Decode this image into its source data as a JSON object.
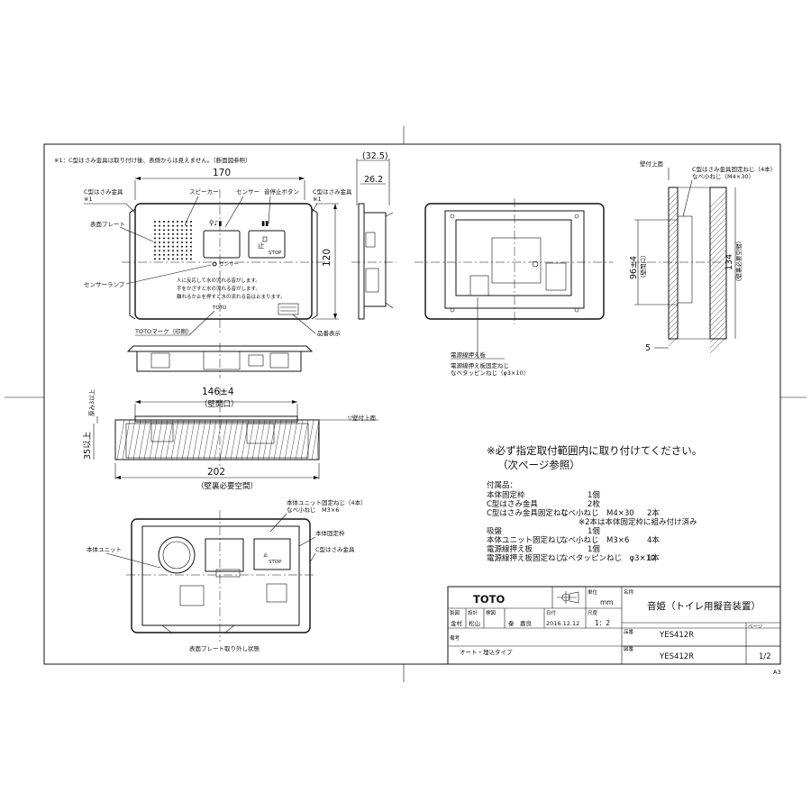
{
  "sheet_size": "A3",
  "top_note": "※1：C型はさみ金具は取り付け後、表側からは見えません。（断面図参照）",
  "front_view": {
    "dim_width": "170",
    "dim_height": "120",
    "labels": {
      "c_clip": "C型はさみ金具",
      "c_clip_mark": "※1",
      "speaker": "スピーカー",
      "sensor": "センサー",
      "stop_button": "音停止ボタン",
      "c_clip_right": "C型はさみ金具",
      "c_clip_right_mark": "※1",
      "face_plate": "表面プレート",
      "sensor_lamp": "センサーランプ",
      "toto_mark": "TOTOマーク（印刷）",
      "product_label": "品番表示"
    },
    "plate_text": {
      "sensor_lamp_caption": "センサー",
      "msg1": "人に反応して水の流れる音がします。",
      "msg2": "手をかざすと水の流れる音がします。",
      "msg3": "離れるか止を押すと水の流れる音は止まります。",
      "brand": "TOTO",
      "stop_text": "STOP",
      "stop_kanji": "止"
    }
  },
  "side_view": {
    "dim_top": "(32.5)",
    "dim_depth": "26.2"
  },
  "back_view": {
    "label_wire_plate": "電源線押え板",
    "label_wire_plate_screw": "電源線押え板固定ねじ",
    "label_tapping_screw": "なべタッピンねじ（φ3×10）"
  },
  "section_view": {
    "label_wall_top": "壁付上面",
    "label_c_clip_screw": "C型はさみ金具固定ねじ（4本）",
    "label_c_clip_screw_spec": "なべ小ねじ（M4×30）",
    "dim_opening": "96±4",
    "dim_opening_label": "（壁開口）",
    "dim_required": "134",
    "dim_required_label": "（壁裏必要空間）",
    "dim_5": "5"
  },
  "wall_view": {
    "dim_opening": "146±4",
    "dim_opening_label": "（壁開口）",
    "label_wall_top": "▽壁付上面",
    "dim_thickness": "厚み3以上",
    "dim_35": "35以上",
    "dim_202": "202",
    "dim_202_label": "（壁裏必要空間）"
  },
  "inner_view": {
    "label_unit_screw": "本体ユニット固定ねじ（4本）",
    "label_unit_screw_spec": "なべ小ねじ　M3×6",
    "label_unit": "本体ユニット",
    "label_frame": "本体固定枠",
    "label_c_clip": "C型はさみ金具",
    "caption": "表面プレート取り外し状態"
  },
  "notes": {
    "warning": "※必ず指定取付範囲内に取り付けてください。",
    "warning_sub": "（次ページ参照）",
    "accessories_title": "付属品：",
    "accessories": [
      {
        "name": "本体固定枠",
        "spec": "",
        "qty": "1個"
      },
      {
        "name": "C型はさみ金具",
        "spec": "",
        "qty": "2枚"
      },
      {
        "name": "C型はさみ金具固定ねじ",
        "spec": "なべ小ねじ　M4×30",
        "qty": "2本"
      },
      {
        "name": "",
        "spec": "※2本は本体固定枠に組み付け済み",
        "qty": ""
      },
      {
        "name": "吸盤",
        "spec": "",
        "qty": "1個"
      },
      {
        "name": "本体ユニット固定ねじ",
        "spec": "なべ小ねじ　M3×6",
        "qty": "4本"
      },
      {
        "name": "電源線押え板",
        "spec": "",
        "qty": "1個"
      },
      {
        "name": "電源線押え板固定ねじ",
        "spec": "なべタッピンねじ　φ3×10",
        "qty": "1本"
      }
    ]
  },
  "title_block": {
    "logo": "TOTO",
    "unit_label": "単位",
    "unit_value": "mm",
    "name_label": "名称",
    "product_name": "音姫（トイレ用擬音装置）",
    "page_label": "ページ",
    "roles": [
      "製図",
      "設計",
      "検図"
    ],
    "role_names": [
      "金村",
      "松山",
      "秦　嘉良"
    ],
    "date_label": "日付",
    "date_value": "2016.12.12",
    "scale_label": "尺度",
    "scale_value": "1：2",
    "part_no_label": "品番",
    "part_no": "YES412R",
    "drawing_no_label": "図番",
    "drawing_no": "YES412R",
    "page_value": "1/2",
    "remarks_label": "備考",
    "remarks": "オート・埋込タイプ"
  }
}
